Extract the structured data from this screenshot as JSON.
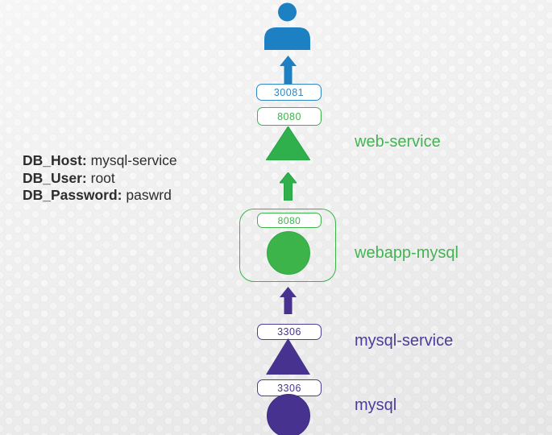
{
  "colors": {
    "blue": "#1d80c3",
    "green": "#3cb44a",
    "purple": "#47338f",
    "label_green": "#42b451",
    "label_purple": "#4d3d96",
    "text_dark": "#2d2d2d",
    "box_background": "#ffffff",
    "page_background": "#eeefee"
  },
  "env": {
    "lines": [
      {
        "label": "DB_Host:",
        "value": "mysql-service"
      },
      {
        "label": "DB_User:",
        "value": "root"
      },
      {
        "label": "DB_Password:",
        "value": "paswrd"
      }
    ]
  },
  "flow": {
    "user_icon": "user-icon",
    "nodeport": {
      "port": "30081"
    },
    "web_service": {
      "port": "8080",
      "name": "web-service"
    },
    "webapp_pod": {
      "port": "8080",
      "name": "webapp-mysql"
    },
    "mysql_service": {
      "port": "3306",
      "name": "mysql-service"
    },
    "mysql_pod": {
      "port": "3306",
      "name": "mysql"
    }
  }
}
